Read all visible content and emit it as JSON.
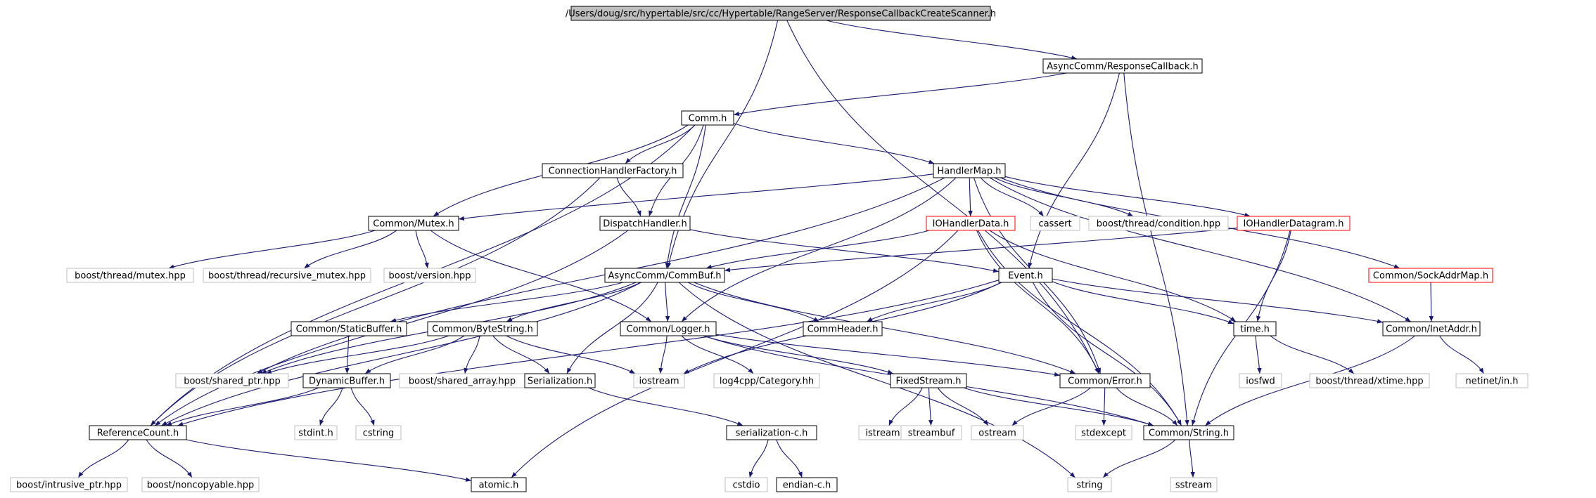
{
  "colors": {
    "edge": "#191970",
    "doc_border": "#000000",
    "doc_fill": "#ffffff",
    "truncated_border": "#ff0000",
    "system_border": "#bfbfbf",
    "root_fill": "#bfbfbf",
    "system_text": "#808080"
  },
  "graph": {
    "title": "/Users/doug/src/hypertable/src/cc/Hypertable/RangeServer/ResponseCallbackCreateScanner.h",
    "nodes": [
      {
        "id": "root",
        "label": "/Users/doug/src/hypertable/src/cc/Hypertable/RangeServer/ResponseCallbackCreateScanner.h",
        "kind": "root"
      },
      {
        "id": "asynccomm_responsecallback",
        "label": "AsyncComm/ResponseCallback.h",
        "kind": "doc"
      },
      {
        "id": "comm",
        "label": "Comm.h",
        "kind": "doc"
      },
      {
        "id": "connectionhandlerfactory",
        "label": "ConnectionHandlerFactory.h",
        "kind": "doc"
      },
      {
        "id": "handlermap",
        "label": "HandlerMap.h",
        "kind": "doc"
      },
      {
        "id": "common_mutex",
        "label": "Common/Mutex.h",
        "kind": "doc"
      },
      {
        "id": "dispatchhandler",
        "label": "DispatchHandler.h",
        "kind": "doc"
      },
      {
        "id": "iohandlerdata",
        "label": "IOHandlerData.h",
        "kind": "truncated"
      },
      {
        "id": "cassert",
        "label": "cassert",
        "kind": "system"
      },
      {
        "id": "boost_condition",
        "label": "boost/thread/condition.hpp",
        "kind": "system"
      },
      {
        "id": "iohandlerdatagram",
        "label": "IOHandlerDatagram.h",
        "kind": "truncated"
      },
      {
        "id": "boost_mutex",
        "label": "boost/thread/mutex.hpp",
        "kind": "system"
      },
      {
        "id": "boost_recursive_mutex",
        "label": "boost/thread/recursive_mutex.hpp",
        "kind": "system"
      },
      {
        "id": "boost_version",
        "label": "boost/version.hpp",
        "kind": "system"
      },
      {
        "id": "asynccomm_commbuf",
        "label": "AsyncComm/CommBuf.h",
        "kind": "doc"
      },
      {
        "id": "event",
        "label": "Event.h",
        "kind": "doc"
      },
      {
        "id": "common_sockaddrmap",
        "label": "Common/SockAddrMap.h",
        "kind": "truncated"
      },
      {
        "id": "common_staticbuffer",
        "label": "Common/StaticBuffer.h",
        "kind": "doc"
      },
      {
        "id": "common_bytestring",
        "label": "Common/ByteString.h",
        "kind": "doc"
      },
      {
        "id": "common_logger",
        "label": "Common/Logger.h",
        "kind": "doc"
      },
      {
        "id": "commheader",
        "label": "CommHeader.h",
        "kind": "doc"
      },
      {
        "id": "time_h",
        "label": "time.h",
        "kind": "doc"
      },
      {
        "id": "common_inetaddr",
        "label": "Common/InetAddr.h",
        "kind": "doc"
      },
      {
        "id": "boost_shared_ptr",
        "label": "boost/shared_ptr.hpp",
        "kind": "system"
      },
      {
        "id": "dynamicbuffer",
        "label": "DynamicBuffer.h",
        "kind": "doc"
      },
      {
        "id": "boost_shared_array",
        "label": "boost/shared_array.hpp",
        "kind": "system"
      },
      {
        "id": "serialization",
        "label": "Serialization.h",
        "kind": "doc"
      },
      {
        "id": "iostream",
        "label": "iostream",
        "kind": "system"
      },
      {
        "id": "log4cpp_category",
        "label": "log4cpp/Category.hh",
        "kind": "system"
      },
      {
        "id": "fixedstream",
        "label": "FixedStream.h",
        "kind": "doc"
      },
      {
        "id": "common_error",
        "label": "Common/Error.h",
        "kind": "doc"
      },
      {
        "id": "iosfwd",
        "label": "iosfwd",
        "kind": "system"
      },
      {
        "id": "boost_xtime",
        "label": "boost/thread/xtime.hpp",
        "kind": "system"
      },
      {
        "id": "netinet_in",
        "label": "netinet/in.h",
        "kind": "system"
      },
      {
        "id": "referencecount",
        "label": "ReferenceCount.h",
        "kind": "doc"
      },
      {
        "id": "stdint",
        "label": "stdint.h",
        "kind": "system"
      },
      {
        "id": "cstring",
        "label": "cstring",
        "kind": "system"
      },
      {
        "id": "serialization_c",
        "label": "serialization-c.h",
        "kind": "doc"
      },
      {
        "id": "istream",
        "label": "istream",
        "kind": "system"
      },
      {
        "id": "streambuf",
        "label": "streambuf",
        "kind": "system"
      },
      {
        "id": "ostream",
        "label": "ostream",
        "kind": "system"
      },
      {
        "id": "stdexcept",
        "label": "stdexcept",
        "kind": "system"
      },
      {
        "id": "common_string",
        "label": "Common/String.h",
        "kind": "doc"
      },
      {
        "id": "boost_intrusive_ptr",
        "label": "boost/intrusive_ptr.hpp",
        "kind": "system"
      },
      {
        "id": "boost_noncopyable",
        "label": "boost/noncopyable.hpp",
        "kind": "system"
      },
      {
        "id": "atomic",
        "label": "atomic.h",
        "kind": "doc"
      },
      {
        "id": "cstdio",
        "label": "cstdio",
        "kind": "system"
      },
      {
        "id": "endian_c",
        "label": "endian-c.h",
        "kind": "doc"
      },
      {
        "id": "string",
        "label": "string",
        "kind": "system"
      },
      {
        "id": "sstream",
        "label": "sstream",
        "kind": "system"
      }
    ],
    "edges": [
      [
        "root",
        "asynccomm_responsecallback"
      ],
      [
        "root",
        "asynccomm_commbuf"
      ],
      [
        "root",
        "common_error"
      ],
      [
        "asynccomm_responsecallback",
        "comm"
      ],
      [
        "asynccomm_responsecallback",
        "event"
      ],
      [
        "asynccomm_responsecallback",
        "common_string"
      ],
      [
        "comm",
        "connectionhandlerfactory"
      ],
      [
        "comm",
        "handlermap"
      ],
      [
        "comm",
        "common_mutex"
      ],
      [
        "comm",
        "dispatchhandler"
      ],
      [
        "comm",
        "asynccomm_commbuf"
      ],
      [
        "comm",
        "referencecount"
      ],
      [
        "connectionhandlerfactory",
        "dispatchhandler"
      ],
      [
        "connectionhandlerfactory",
        "referencecount"
      ],
      [
        "handlermap",
        "iohandlerdata"
      ],
      [
        "handlermap",
        "cassert"
      ],
      [
        "handlermap",
        "boost_condition"
      ],
      [
        "handlermap",
        "iohandlerdatagram"
      ],
      [
        "handlermap",
        "common_sockaddrmap"
      ],
      [
        "handlermap",
        "common_mutex"
      ],
      [
        "handlermap",
        "common_logger"
      ],
      [
        "handlermap",
        "common_error"
      ],
      [
        "handlermap",
        "common_inetaddr"
      ],
      [
        "handlermap",
        "boost_shared_ptr"
      ],
      [
        "common_mutex",
        "boost_mutex"
      ],
      [
        "common_mutex",
        "boost_recursive_mutex"
      ],
      [
        "common_mutex",
        "boost_version"
      ],
      [
        "common_mutex",
        "common_logger"
      ],
      [
        "dispatchhandler",
        "event"
      ],
      [
        "dispatchhandler",
        "referencecount"
      ],
      [
        "iohandlerdata",
        "asynccomm_commbuf"
      ],
      [
        "iohandlerdata",
        "time_h"
      ],
      [
        "iohandlerdata",
        "common_error"
      ],
      [
        "iohandlerdata",
        "common_string"
      ],
      [
        "iohandlerdata",
        "atomic"
      ],
      [
        "iohandlerdatagram",
        "asynccomm_commbuf"
      ],
      [
        "iohandlerdatagram",
        "time_h"
      ],
      [
        "iohandlerdatagram",
        "common_string"
      ],
      [
        "asynccomm_commbuf",
        "common_staticbuffer"
      ],
      [
        "asynccomm_commbuf",
        "common_bytestring"
      ],
      [
        "asynccomm_commbuf",
        "common_logger"
      ],
      [
        "asynccomm_commbuf",
        "commheader"
      ],
      [
        "asynccomm_commbuf",
        "serialization"
      ],
      [
        "asynccomm_commbuf",
        "common_error"
      ],
      [
        "asynccomm_commbuf",
        "boost_shared_ptr"
      ],
      [
        "asynccomm_commbuf",
        "referencecount"
      ],
      [
        "asynccomm_commbuf",
        "string"
      ],
      [
        "event",
        "commheader"
      ],
      [
        "event",
        "time_h"
      ],
      [
        "event",
        "common_inetaddr"
      ],
      [
        "event",
        "common_string"
      ],
      [
        "event",
        "iostream"
      ],
      [
        "event",
        "referencecount"
      ],
      [
        "common_sockaddrmap",
        "common_inetaddr"
      ],
      [
        "common_staticbuffer",
        "dynamicbuffer"
      ],
      [
        "common_bytestring",
        "dynamicbuffer"
      ],
      [
        "common_bytestring",
        "boost_shared_array"
      ],
      [
        "common_bytestring",
        "serialization"
      ],
      [
        "common_bytestring",
        "iostream"
      ],
      [
        "common_bytestring",
        "boost_shared_ptr"
      ],
      [
        "common_logger",
        "iostream"
      ],
      [
        "common_logger",
        "log4cpp_category"
      ],
      [
        "common_logger",
        "fixedstream"
      ],
      [
        "common_logger",
        "common_error"
      ],
      [
        "common_logger",
        "common_string"
      ],
      [
        "time_h",
        "iosfwd"
      ],
      [
        "time_h",
        "boost_xtime"
      ],
      [
        "common_inetaddr",
        "netinet_in"
      ],
      [
        "common_inetaddr",
        "common_string"
      ],
      [
        "dynamicbuffer",
        "stdint"
      ],
      [
        "dynamicbuffer",
        "cstring"
      ],
      [
        "dynamicbuffer",
        "referencecount"
      ],
      [
        "serialization",
        "serialization_c"
      ],
      [
        "fixedstream",
        "istream"
      ],
      [
        "fixedstream",
        "streambuf"
      ],
      [
        "fixedstream",
        "ostream"
      ],
      [
        "fixedstream",
        "common_string"
      ],
      [
        "common_error",
        "ostream"
      ],
      [
        "common_error",
        "stdexcept"
      ],
      [
        "common_error",
        "common_string"
      ],
      [
        "referencecount",
        "boost_intrusive_ptr"
      ],
      [
        "referencecount",
        "boost_noncopyable"
      ],
      [
        "referencecount",
        "atomic"
      ],
      [
        "serialization_c",
        "cstdio"
      ],
      [
        "serialization_c",
        "endian_c"
      ],
      [
        "common_string",
        "string"
      ],
      [
        "common_string",
        "sstream"
      ]
    ]
  }
}
